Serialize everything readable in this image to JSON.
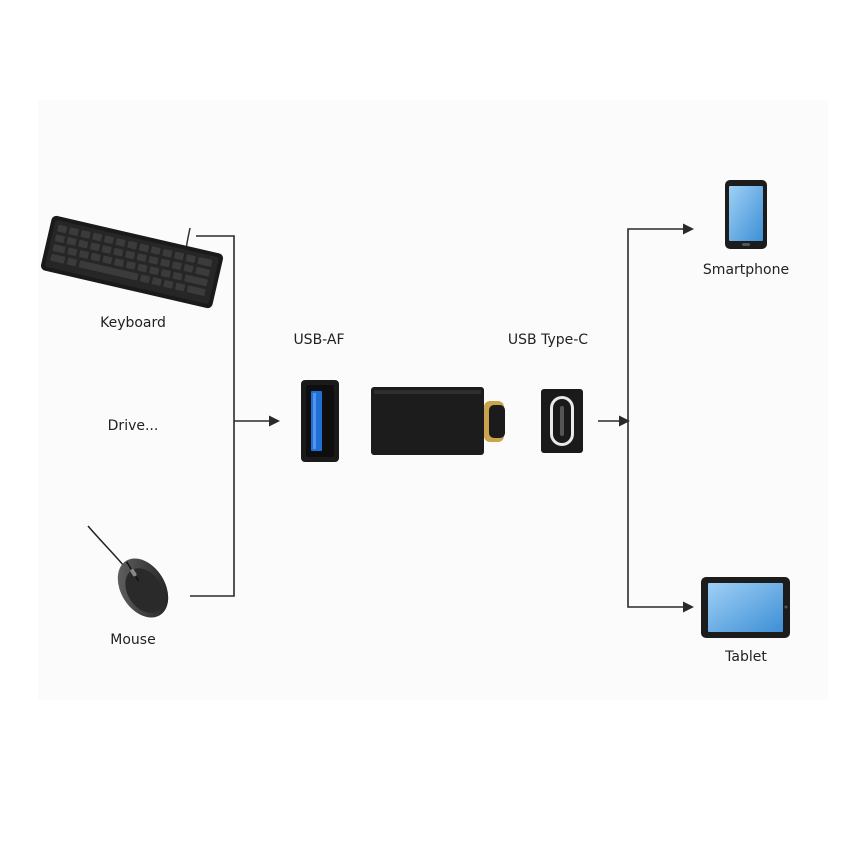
{
  "diagram": {
    "inputs": {
      "keyboard": {
        "label": "Keyboard",
        "icon": "keyboard-icon"
      },
      "drive": {
        "label": "Drive..."
      },
      "mouse": {
        "label": "Mouse",
        "icon": "mouse-icon"
      }
    },
    "connectors": {
      "usb_af": {
        "label": "USB-AF",
        "icon": "usb-a-port-icon",
        "accent": "#1f6fd6"
      },
      "adapter": {
        "icon": "otg-adapter-icon",
        "tip_color": "#c9a44a"
      },
      "usb_c": {
        "label": "USB Type-C",
        "icon": "usb-c-port-icon"
      }
    },
    "outputs": {
      "smartphone": {
        "label": "Smartphone",
        "icon": "smartphone-icon"
      },
      "tablet": {
        "label": "Tablet",
        "icon": "tablet-icon"
      }
    },
    "colors": {
      "line": "#2a2a2a",
      "device_body": "#1c1c1c",
      "screen": "#5aa9e6"
    }
  }
}
